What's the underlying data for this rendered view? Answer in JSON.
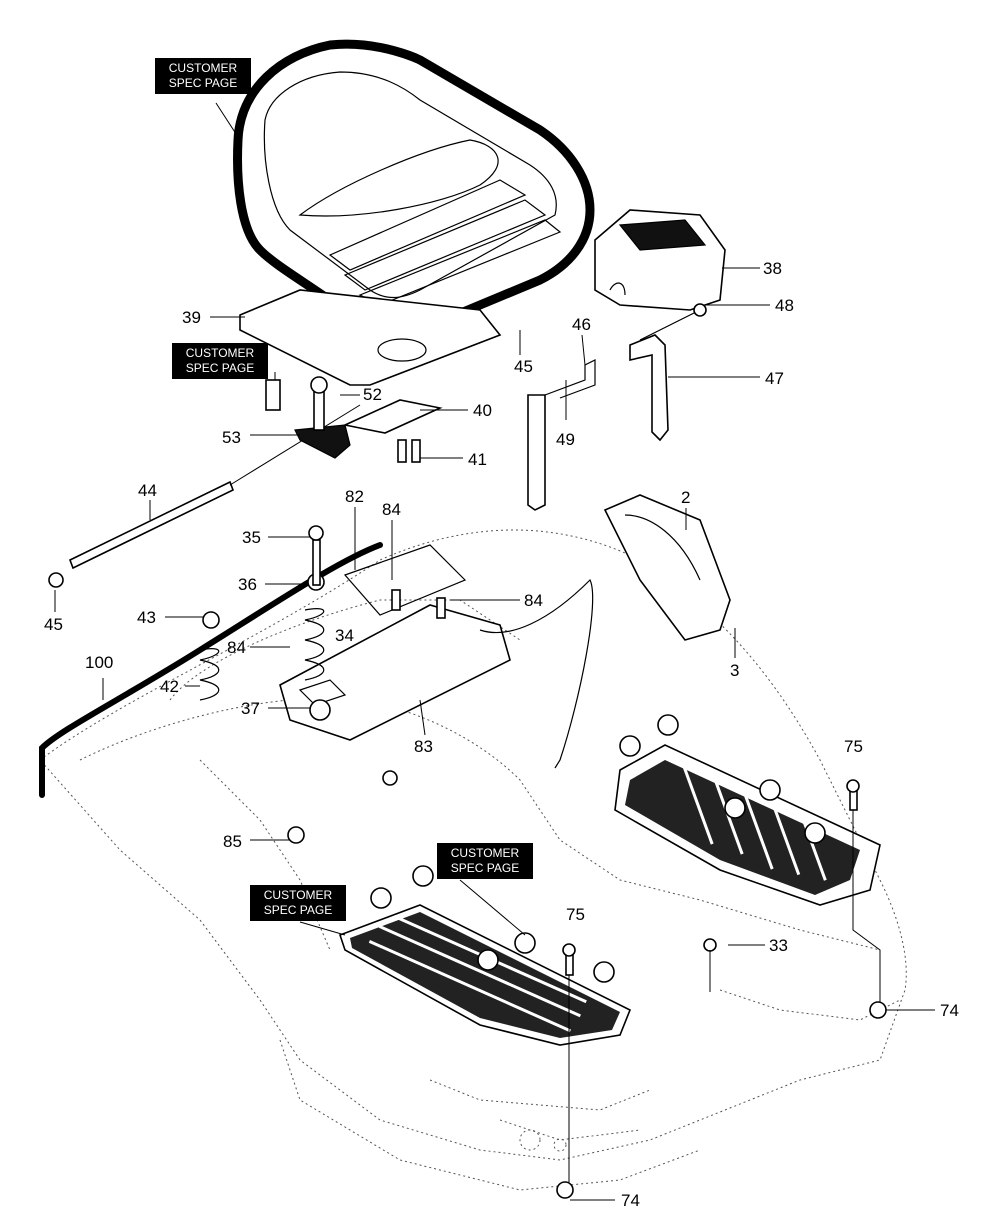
{
  "callouts": [
    {
      "id": "spec1",
      "text": "CUSTOMER\nSPEC PAGE"
    },
    {
      "id": "spec2",
      "text": "CUSTOMER\nSPEC PAGE"
    },
    {
      "id": "spec3",
      "text": "CUSTOMER\nSPEC PAGE"
    },
    {
      "id": "spec4",
      "text": "CUSTOMER\nSPEC PAGE"
    }
  ],
  "part_numbers": [
    "38",
    "48",
    "39",
    "46",
    "45",
    "47",
    "52",
    "49",
    "40",
    "53",
    "41",
    "44",
    "82",
    "84",
    "2",
    "35",
    "36",
    "84",
    "43",
    "34",
    "84",
    "3",
    "42",
    "100",
    "37",
    "83",
    "45",
    "75",
    "85",
    "33",
    "75",
    "74",
    "74"
  ]
}
